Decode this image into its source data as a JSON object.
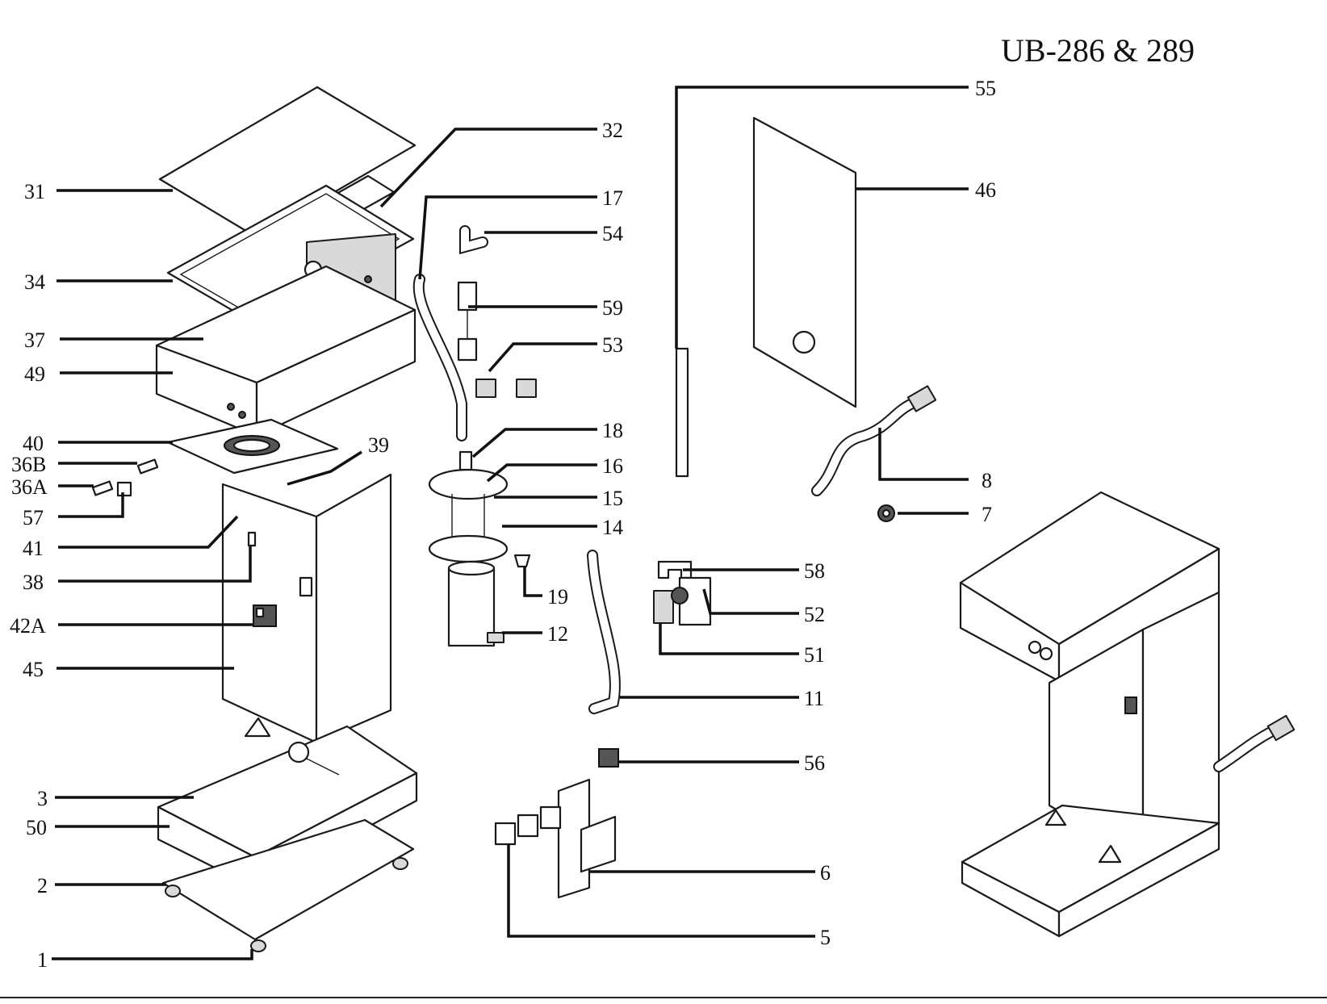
{
  "title": "UB-286 & 289",
  "callouts": [
    {
      "id": "31",
      "label": "31"
    },
    {
      "id": "34",
      "label": "34"
    },
    {
      "id": "37",
      "label": "37"
    },
    {
      "id": "49",
      "label": "49"
    },
    {
      "id": "40",
      "label": "40"
    },
    {
      "id": "36B",
      "label": "36B"
    },
    {
      "id": "36A",
      "label": "36A"
    },
    {
      "id": "57",
      "label": "57"
    },
    {
      "id": "41",
      "label": "41"
    },
    {
      "id": "38",
      "label": "38"
    },
    {
      "id": "42A",
      "label": "42A"
    },
    {
      "id": "45",
      "label": "45"
    },
    {
      "id": "3",
      "label": "3"
    },
    {
      "id": "50",
      "label": "50"
    },
    {
      "id": "2",
      "label": "2"
    },
    {
      "id": "1",
      "label": "1"
    },
    {
      "id": "39",
      "label": "39"
    },
    {
      "id": "32",
      "label": "32"
    },
    {
      "id": "17",
      "label": "17"
    },
    {
      "id": "54",
      "label": "54"
    },
    {
      "id": "59",
      "label": "59"
    },
    {
      "id": "53",
      "label": "53"
    },
    {
      "id": "18",
      "label": "18"
    },
    {
      "id": "16",
      "label": "16"
    },
    {
      "id": "15",
      "label": "15"
    },
    {
      "id": "14",
      "label": "14"
    },
    {
      "id": "19",
      "label": "19"
    },
    {
      "id": "12",
      "label": "12"
    },
    {
      "id": "55",
      "label": "55"
    },
    {
      "id": "46",
      "label": "46"
    },
    {
      "id": "8",
      "label": "8"
    },
    {
      "id": "7",
      "label": "7"
    },
    {
      "id": "58",
      "label": "58"
    },
    {
      "id": "52",
      "label": "52"
    },
    {
      "id": "51",
      "label": "51"
    },
    {
      "id": "11",
      "label": "11"
    },
    {
      "id": "56",
      "label": "56"
    },
    {
      "id": "6",
      "label": "6"
    },
    {
      "id": "5",
      "label": "5"
    }
  ]
}
